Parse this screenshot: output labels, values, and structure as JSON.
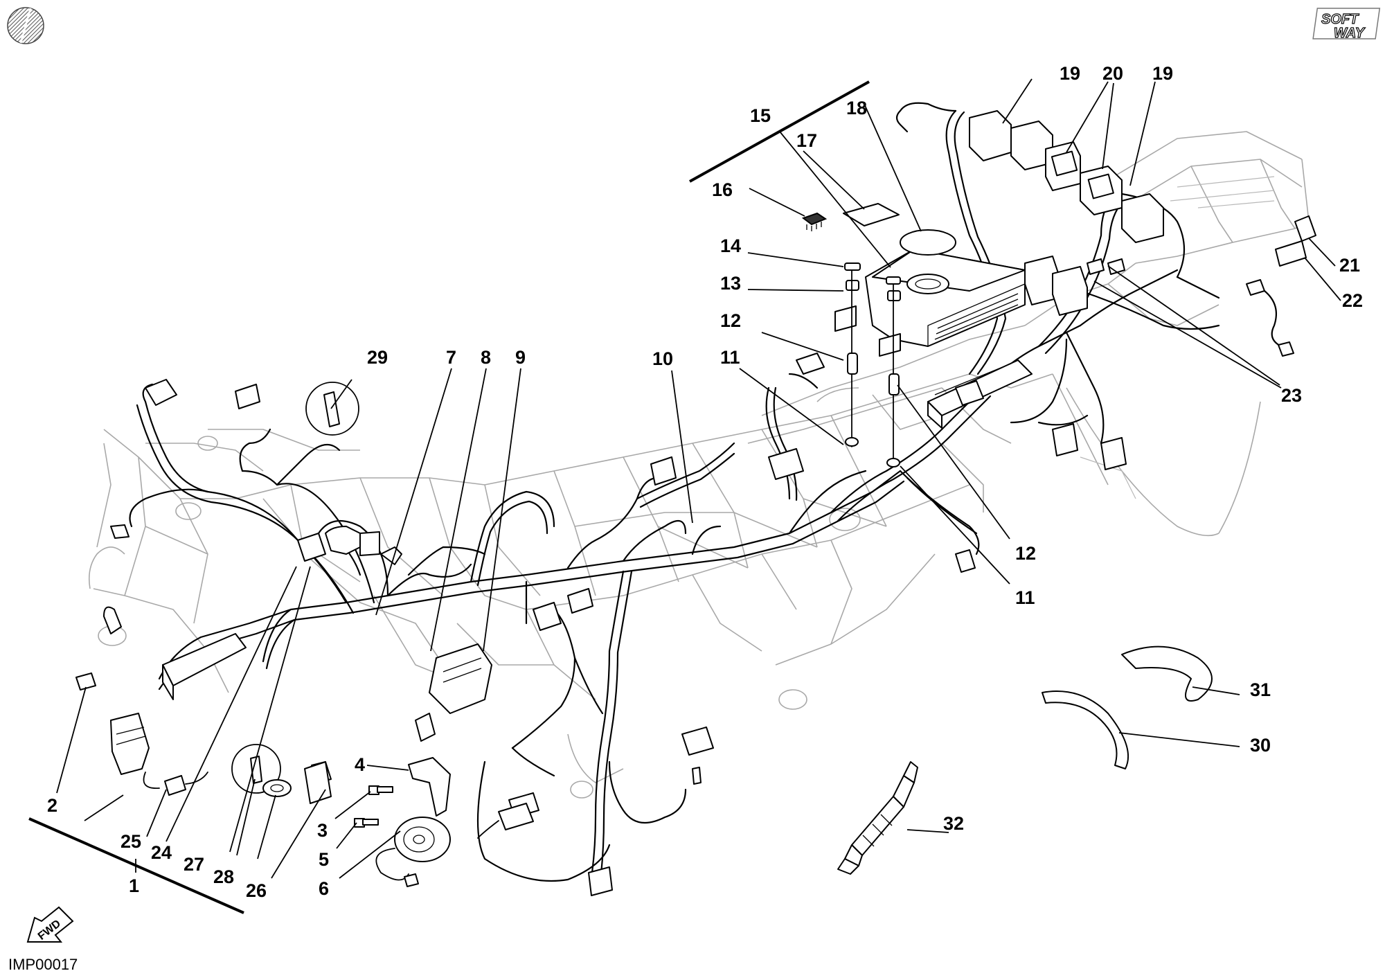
{
  "diagram": {
    "drawing_code": "IMP00017",
    "logo_text": [
      "SOFT",
      "WAY"
    ],
    "fwd_label": "FWD",
    "callouts": [
      {
        "id": "c1",
        "label": "1"
      },
      {
        "id": "c2",
        "label": "2"
      },
      {
        "id": "c3",
        "label": "3"
      },
      {
        "id": "c4",
        "label": "4"
      },
      {
        "id": "c5",
        "label": "5"
      },
      {
        "id": "c6",
        "label": "6"
      },
      {
        "id": "c7",
        "label": "7"
      },
      {
        "id": "c8",
        "label": "8"
      },
      {
        "id": "c9",
        "label": "9"
      },
      {
        "id": "c10",
        "label": "10"
      },
      {
        "id": "c11a",
        "label": "11"
      },
      {
        "id": "c11b",
        "label": "11"
      },
      {
        "id": "c12a",
        "label": "12"
      },
      {
        "id": "c12b",
        "label": "12"
      },
      {
        "id": "c13",
        "label": "13"
      },
      {
        "id": "c14",
        "label": "14"
      },
      {
        "id": "c15",
        "label": "15"
      },
      {
        "id": "c16",
        "label": "16"
      },
      {
        "id": "c17",
        "label": "17"
      },
      {
        "id": "c18",
        "label": "18"
      },
      {
        "id": "c19a",
        "label": "19"
      },
      {
        "id": "c19b",
        "label": "19"
      },
      {
        "id": "c20",
        "label": "20"
      },
      {
        "id": "c21",
        "label": "21"
      },
      {
        "id": "c22",
        "label": "22"
      },
      {
        "id": "c23",
        "label": "23"
      },
      {
        "id": "c24",
        "label": "24"
      },
      {
        "id": "c25",
        "label": "25"
      },
      {
        "id": "c26",
        "label": "26"
      },
      {
        "id": "c27",
        "label": "27"
      },
      {
        "id": "c28",
        "label": "28"
      },
      {
        "id": "c29",
        "label": "29"
      },
      {
        "id": "c30",
        "label": "30"
      },
      {
        "id": "c31",
        "label": "31"
      },
      {
        "id": "c32",
        "label": "32"
      }
    ]
  }
}
